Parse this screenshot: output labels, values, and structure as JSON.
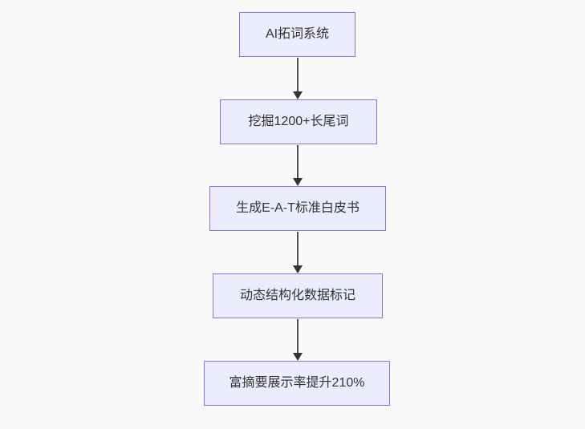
{
  "diagram": {
    "type": "flowchart",
    "direction": "top-down",
    "nodes": [
      {
        "id": "n1",
        "label": "AI拓词系统"
      },
      {
        "id": "n2",
        "label": "挖掘1200+长尾词"
      },
      {
        "id": "n3",
        "label": "生成E-A-T标准白皮书"
      },
      {
        "id": "n4",
        "label": "动态结构化数据标记"
      },
      {
        "id": "n5",
        "label": "富摘要展示率提升210%"
      }
    ],
    "edges": [
      {
        "from": "n1",
        "to": "n2",
        "label": ""
      },
      {
        "from": "n2",
        "to": "n3",
        "label": ""
      },
      {
        "from": "n3",
        "to": "n4",
        "label": ""
      },
      {
        "from": "n4",
        "to": "n5",
        "label": ""
      }
    ],
    "colors": {
      "background": "#fafafa",
      "node_fill": "#ececff",
      "node_border": "#9370db",
      "node_text": "#333333",
      "arrow": "#333333"
    }
  }
}
